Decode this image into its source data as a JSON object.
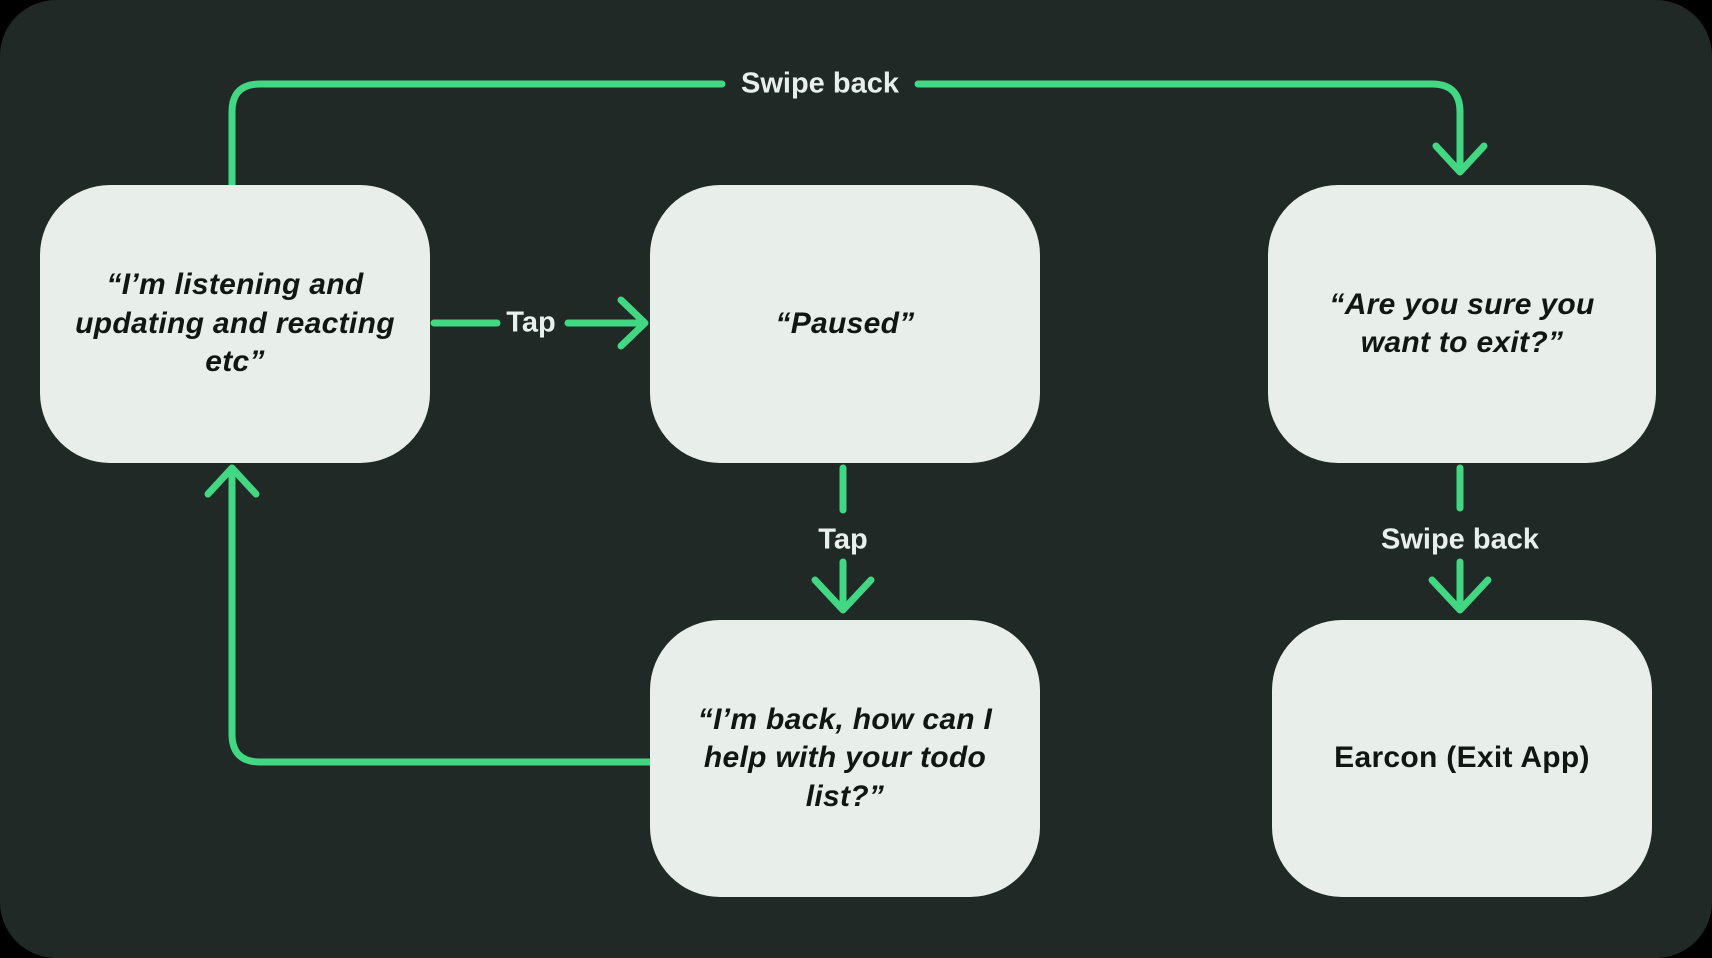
{
  "diagram": {
    "type": "flowchart",
    "description_visible": false
  },
  "colors": {
    "outer": "#000000",
    "background": "#212927",
    "node_fill": "#e8efeb",
    "node_text": "#101613",
    "arrow": "#41d783",
    "label_text": "#e9efec"
  },
  "nodes": [
    {
      "id": "listening",
      "text": "“I’m listening and updating and reacting etc”"
    },
    {
      "id": "paused",
      "text": "“Paused”"
    },
    {
      "id": "exit-confirm",
      "text": "“Are you sure you want to exit?”"
    },
    {
      "id": "back",
      "text": "“I’m back, how can I help with your todo list?”"
    },
    {
      "id": "earcon",
      "text": "Earcon (Exit App)"
    }
  ],
  "edges": [
    {
      "from": "listening",
      "to": "exit-confirm",
      "label": "Swipe back"
    },
    {
      "from": "listening",
      "to": "paused",
      "label": "Tap"
    },
    {
      "from": "paused",
      "to": "back",
      "label": "Tap"
    },
    {
      "from": "exit-confirm",
      "to": "earcon",
      "label": "Swipe back"
    },
    {
      "from": "back",
      "to": "listening",
      "label": ""
    }
  ]
}
